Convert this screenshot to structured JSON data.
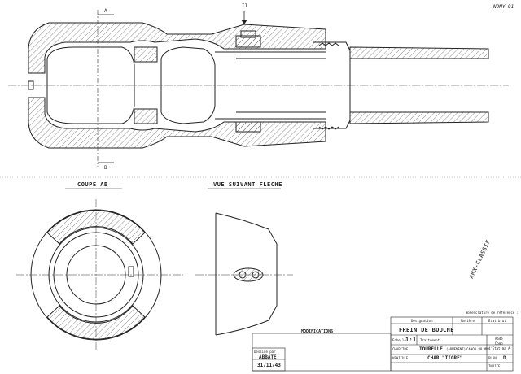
{
  "sheet": {
    "corner_ref": "NOMY 91",
    "ref_label": "Nomenclature de référence :"
  },
  "view_labels": {
    "section_marker_top": "A",
    "section_marker_bottom": "B",
    "arrow_marker": "II",
    "coupe": "COUPE AB",
    "vue": "VUE SUIVANT FLECHE"
  },
  "title_block": {
    "modifications": "MODIFICATIONS",
    "designation_label": "Désignation",
    "matiere_label": "Matière",
    "etat_label": "Etat brut",
    "designation": "FREIN DE BOUCHE",
    "echelle_label": "Echelle",
    "echelle": "1:1",
    "traitement_label": "Traitement",
    "chapitre_label": "CHAPITRE",
    "chapitre": "TOURELLE",
    "chapitre_note": "(ARMEMENT)",
    "chapitre_suffix": "CANON 88 MM",
    "vehicule_label": "VEHICULE",
    "vehicule": "CHAR \"TIGRE\"",
    "dessine_label": "Dessiné par",
    "dessine": "ABBATE",
    "date": "31/11/43",
    "plan_label": "PLAN",
    "plan": "D",
    "indice_label": "INDICE",
    "side_abcd": "Abdé",
    "side_comb": "Comb",
    "side_etat": "d'Etat-ma A"
  },
  "stamp": {
    "text": "AMX-CLASSIF"
  }
}
